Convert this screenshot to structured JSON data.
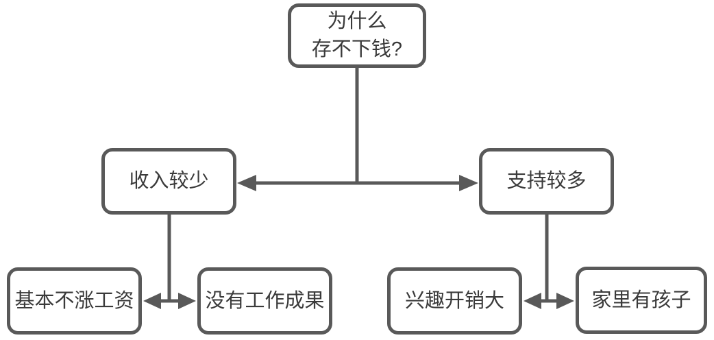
{
  "diagram": {
    "colors": {
      "border": "#595959",
      "line": "#595959",
      "text": "#3a3a3a",
      "background": "#ffffff"
    },
    "root": {
      "label_line1": "为什么",
      "label_line2": "存不下钱?"
    },
    "level2": [
      {
        "id": "income",
        "label": "收入较少"
      },
      {
        "id": "spending",
        "label": "支持较多"
      }
    ],
    "leaves": [
      {
        "id": "no-raise",
        "label": "基本不涨工资",
        "parent": "income"
      },
      {
        "id": "no-results",
        "label": "没有工作成果",
        "parent": "income"
      },
      {
        "id": "hobby",
        "label": "兴趣开销大",
        "parent": "spending"
      },
      {
        "id": "kids",
        "label": "家里有孩子",
        "parent": "spending"
      }
    ],
    "edges": [
      {
        "from": "root",
        "to": [
          "income",
          "spending"
        ],
        "style": "double-arrow-T"
      },
      {
        "from": "income",
        "to": [
          "no-raise",
          "no-results"
        ],
        "style": "double-arrow-T"
      },
      {
        "from": "spending",
        "to": [
          "hobby",
          "kids"
        ],
        "style": "double-arrow-T"
      }
    ]
  }
}
